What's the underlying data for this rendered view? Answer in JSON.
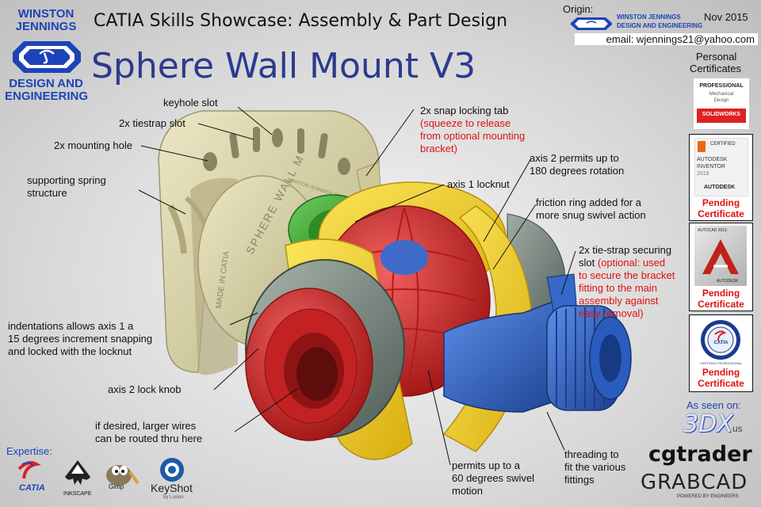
{
  "header": {
    "brand_line1": "WINSTON",
    "brand_line2": "JENNINGS",
    "brand_line3": "DESIGN AND",
    "brand_line4": "ENGINEERING",
    "title": "CATIA Skills Showcase: Assembly & Part Design",
    "main_title": "Sphere Wall Mount V3",
    "origin_label": "Origin:",
    "origin_brand_line1": "WINSTON JENNINGS",
    "origin_brand_line2": "DESIGN AND ENGINEERING",
    "date": "Nov 2015",
    "email": "email: wjennings21@yahoo.com"
  },
  "certificates": {
    "heading_line1": "Personal",
    "heading_line2": "Certificates",
    "items": [
      {
        "name": "solidworks",
        "line1": "PROFESSIONAL",
        "line2": "Mechanical",
        "line3": "Design",
        "brand": "SOLIDWORKS",
        "status": ""
      },
      {
        "name": "inventor",
        "line1": "CERTIFIED",
        "line2": "AUTODESK",
        "line3": "INVENTOR",
        "line4": "2015",
        "brand": "AUTODESK",
        "status": "Pending Certificate"
      },
      {
        "name": "autocad",
        "line1": "AUTOCAD 2015",
        "brand": "AUTODESK",
        "status": "Pending Certificate"
      },
      {
        "name": "catia",
        "line1": "CATIA",
        "line2": "CERTIFIED PROFESSIONAL",
        "status": "Pending Certificate"
      }
    ]
  },
  "annotations": [
    {
      "name": "keyhole-slot",
      "lines": [
        "keyhole slot"
      ]
    },
    {
      "name": "tiestrap-slot",
      "lines": [
        "2x tiestrap slot"
      ]
    },
    {
      "name": "mounting-hole",
      "lines": [
        "2x mounting hole"
      ]
    },
    {
      "name": "spring-structure",
      "lines": [
        "supporting spring",
        "structure"
      ]
    },
    {
      "name": "snap-tab",
      "lines": [
        "2x snap locking tab"
      ],
      "red_lines": [
        "(squeeze to release",
        "from optional mounting",
        "bracket)"
      ]
    },
    {
      "name": "axis2-rotation",
      "lines": [
        "axis 2 permits up to",
        "180 degrees rotation"
      ]
    },
    {
      "name": "axis1-locknut",
      "lines": [
        "axis 1 locknut"
      ]
    },
    {
      "name": "friction-ring",
      "lines": [
        "friction ring added for a",
        "more snug swivel action"
      ]
    },
    {
      "name": "tie-strap-securing",
      "lines": [
        "2x tie-strap securing",
        "slot"
      ],
      "red_lines": [
        "(optional: used",
        "to secure the bracket",
        "fitting to the main",
        "assembly against",
        "easy removal)"
      ]
    },
    {
      "name": "indentations",
      "lines": [
        "indentations allows axis 1 a",
        "15 degrees increment snapping",
        "and locked with the locknut"
      ]
    },
    {
      "name": "axis2-lock-knob",
      "lines": [
        "axis 2 lock knob"
      ]
    },
    {
      "name": "larger-wires",
      "lines": [
        "if desired, larger wires",
        "can be routed thru here"
      ]
    },
    {
      "name": "swivel-motion",
      "lines": [
        "permits up to a",
        "60 degrees swivel",
        "motion"
      ]
    },
    {
      "name": "threading",
      "lines": [
        "threading to",
        "fit the various",
        "fittings"
      ]
    }
  ],
  "part_text": {
    "back_plate": "WINSTON JENNINGS DESIGN AND ENGINEERING",
    "sphere_wall": "SPHERE WALL M",
    "made_in": "MADE IN CATIA"
  },
  "as_seen": {
    "heading": "As seen on:",
    "sites": [
      "3DX",
      "us",
      "cgtrader",
      "GRABCAD"
    ],
    "grabcad_tag": "POWERED BY ENGINEERS"
  },
  "expertise": {
    "heading": "Expertise:",
    "tools": [
      "CATIA",
      "INKSCAPE",
      "Gimp",
      "KeyShot",
      "by Luxion"
    ]
  },
  "colors": {
    "brand_blue": "#1c44b8",
    "title_blue": "#2b3a8f",
    "annotation_red": "#e01010",
    "part_tan": "#d8d2a4",
    "part_green": "#3aa032",
    "part_red": "#d22a2a",
    "part_yellow": "#f2d21c",
    "part_blue": "#2e63c8",
    "part_gray": "#7c8a84"
  }
}
